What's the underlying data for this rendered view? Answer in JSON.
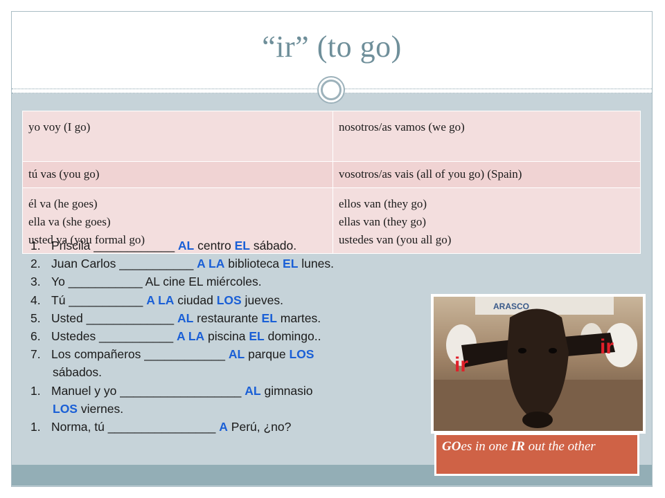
{
  "slide": {
    "title": "“ir” (to go)"
  },
  "conjugation": {
    "rows": [
      {
        "left": [
          "yo voy (I go)"
        ],
        "right": [
          "nosotros/as vamos (we go)"
        ]
      },
      {
        "left": [
          "tú vas (you go)"
        ],
        "right": [
          "vosotros/as vais (all of you go) (Spain)"
        ]
      },
      {
        "left": [
          "él va (he goes)",
          "ella va (she goes)",
          "usted va (you formal go)"
        ],
        "right": [
          "ellos van (they go)",
          "ellas van (they go)",
          "ustedes van (you all go)"
        ]
      }
    ]
  },
  "exercises": [
    {
      "num": "1.",
      "a": "Priscila ____________ ",
      "b": "AL",
      "c": " centro ",
      "d": "EL",
      "e": " sábado."
    },
    {
      "num": "2.",
      "a": "Juan Carlos ___________ ",
      "b": "A LA",
      "c": " biblioteca ",
      "d": "EL",
      "e": " lunes."
    },
    {
      "num": "3.",
      "a": "Yo ___________ AL cine EL miércoles.",
      "b": "",
      "c": "",
      "d": "",
      "e": ""
    },
    {
      "num": "4.",
      "a": "Tú ___________ ",
      "b": "A LA",
      "c": " ciudad ",
      "d": "LOS",
      "e": " jueves."
    },
    {
      "num": "5.",
      "a": "Usted _____________ ",
      "b": "AL",
      "c": " restaurante ",
      "d": "EL",
      "e": " martes."
    },
    {
      "num": "6.",
      "a": "Ustedes ___________ ",
      "b": "A LA",
      "c": " piscina ",
      "d": "EL",
      "e": " domingo.."
    },
    {
      "num": "7.",
      "a": "Los compañeros ____________ ",
      "b": "AL",
      "c": " parque ",
      "d": "LOS",
      "e": ""
    },
    {
      "cont": "sábados."
    },
    {
      "num": "1.",
      "a": "Manuel y yo __________________ ",
      "b": "AL",
      "c": " gimnasio",
      "d": "",
      "e": ""
    },
    {
      "cont_blue": "LOS",
      "cont_rest": " viernes."
    },
    {
      "num": "1.",
      "a": "Norma, tú ________________ ",
      "b": "A",
      "c": " Perú, ¿no?",
      "d": "",
      "e": ""
    }
  ],
  "photo": {
    "label_left": "ir",
    "label_right": "ir",
    "background_sign": "ARASCO"
  },
  "caption": {
    "p1": "GO",
    "p2": "es in one ",
    "p3": "IR",
    "p4": " out the other"
  },
  "colors": {
    "title": "#6f8f9a",
    "table_row": "#f3dede",
    "highlight_blue": "#1a5fd6",
    "caption_bg": "#cf6246",
    "photo_label_red": "#e0202a"
  }
}
